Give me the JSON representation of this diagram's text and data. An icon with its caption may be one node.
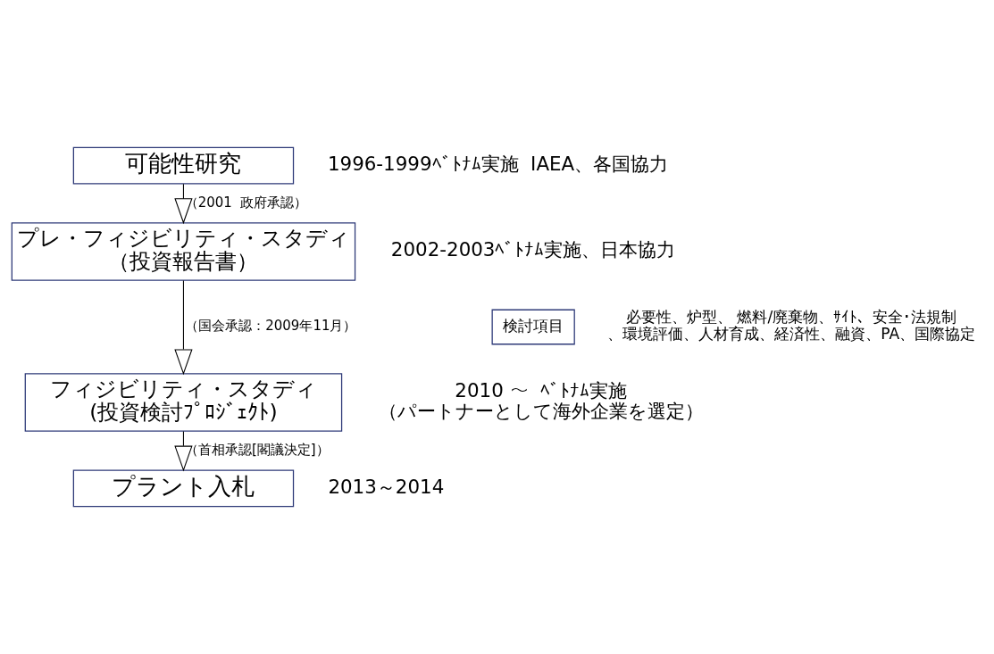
{
  "diagram": {
    "nodes": [
      {
        "text": [
          "可能性研究"
        ],
        "beside": [
          "1996-1999ﾍﾞﾄﾅﾑ実施  IAEA、各国協力"
        ]
      },
      {
        "text": [
          "プレ・フィジビリティ・スタディ",
          "（投資報告書）"
        ],
        "beside": [
          "2002-2003ﾍﾞﾄﾅﾑ実施、日本協力"
        ]
      },
      {
        "text": [
          "検討項目"
        ],
        "beside": [
          "必要性、炉型、 燃料/廃棄物、ｻｲﾄ、安全･法規制、環境評価、人材育成、経済性、融資、PA、国際協定"
        ]
      },
      {
        "text": [
          "フィジビリティ・スタディ",
          "(投資検討ﾌﾟﾛｼﾞｪｸﾄ)"
        ],
        "beside": [
          "2010 ～  ﾍﾞﾄﾅﾑ実施",
          "（パートナーとして海外企業を選定）"
        ]
      },
      {
        "text": [
          "プラント入札"
        ],
        "beside": [
          "2013～2014"
        ]
      }
    ],
    "edges": [
      {
        "from": 0,
        "to": 1,
        "arrow": "to",
        "label": "（2001  政府承認）"
      },
      {
        "from": 1,
        "to": 3,
        "arrow": "to",
        "label": "（国会承認：2009年11月）"
      },
      {
        "from": 3,
        "to": 4,
        "arrow": "to",
        "label": "（首相承認[閣議決定]）"
      }
    ]
  }
}
